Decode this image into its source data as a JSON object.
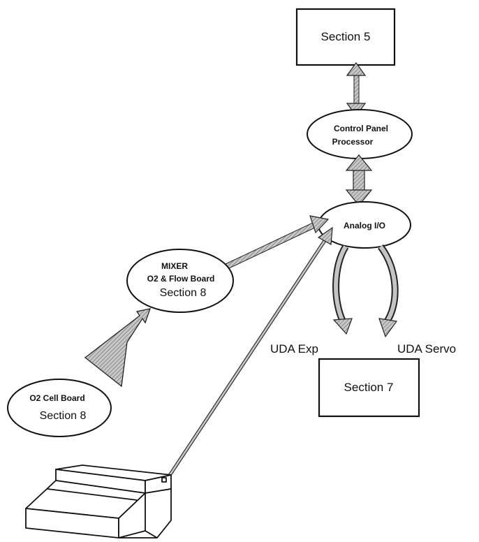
{
  "nodes": {
    "section5_box": {
      "label": "Section 5"
    },
    "control_panel_processor": {
      "line1": "Control Panel",
      "line2": "Processor"
    },
    "analog_io": {
      "label": "Analog I/O"
    },
    "mixer": {
      "line1": "MIXER",
      "line2": "O2 & Flow Board",
      "line3": "Section 8"
    },
    "o2_cell_board": {
      "line1": "O2 Cell Board",
      "line2": "Section 8"
    },
    "section7_box": {
      "label": "Section 7"
    }
  },
  "labels": {
    "uda_exp": "UDA Exp",
    "uda_servo": "UDA Servo"
  },
  "icons": {
    "device": "control-panel-device-icon"
  }
}
